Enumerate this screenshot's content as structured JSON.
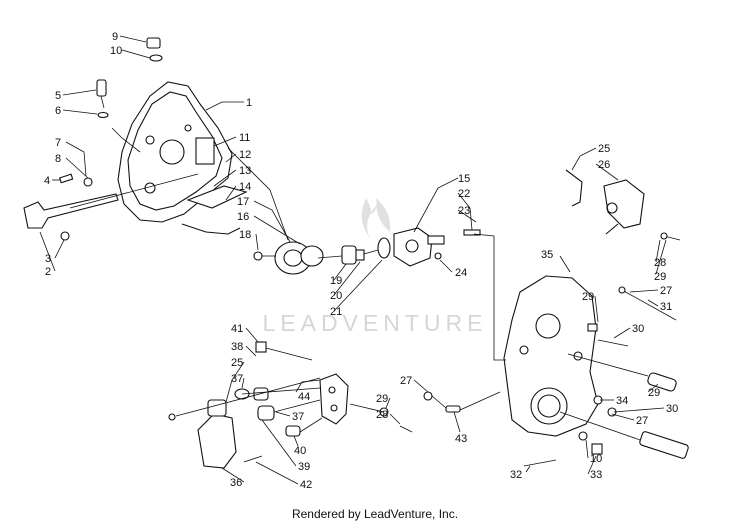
{
  "watermark": "LEADVENTURE",
  "footer": "Rendered by LeadVenture, Inc.",
  "parts": [
    {
      "id": "p9",
      "label": "9"
    },
    {
      "id": "p10a",
      "label": "10"
    },
    {
      "id": "p5",
      "label": "5"
    },
    {
      "id": "p6",
      "label": "6"
    },
    {
      "id": "p1",
      "label": "1"
    },
    {
      "id": "p7",
      "label": "7"
    },
    {
      "id": "p8",
      "label": "8"
    },
    {
      "id": "p11",
      "label": "11"
    },
    {
      "id": "p12",
      "label": "12"
    },
    {
      "id": "p13",
      "label": "13"
    },
    {
      "id": "p14",
      "label": "14"
    },
    {
      "id": "p4",
      "label": "4"
    },
    {
      "id": "p3",
      "label": "3"
    },
    {
      "id": "p2",
      "label": "2"
    },
    {
      "id": "p17",
      "label": "17"
    },
    {
      "id": "p16",
      "label": "16"
    },
    {
      "id": "p18",
      "label": "18"
    },
    {
      "id": "p19",
      "label": "19"
    },
    {
      "id": "p20",
      "label": "20"
    },
    {
      "id": "p21",
      "label": "21"
    },
    {
      "id": "p15",
      "label": "15"
    },
    {
      "id": "p22",
      "label": "22"
    },
    {
      "id": "p23",
      "label": "23"
    },
    {
      "id": "p24",
      "label": "24"
    },
    {
      "id": "p25a",
      "label": "25"
    },
    {
      "id": "p26",
      "label": "26"
    },
    {
      "id": "p28a",
      "label": "28"
    },
    {
      "id": "p29a",
      "label": "29"
    },
    {
      "id": "p35",
      "label": "35"
    },
    {
      "id": "p29b",
      "label": "29"
    },
    {
      "id": "p27a",
      "label": "27"
    },
    {
      "id": "p31",
      "label": "31"
    },
    {
      "id": "p30a",
      "label": "30"
    },
    {
      "id": "p41",
      "label": "41"
    },
    {
      "id": "p38",
      "label": "38"
    },
    {
      "id": "p25b",
      "label": "25"
    },
    {
      "id": "p37a",
      "label": "37"
    },
    {
      "id": "p44",
      "label": "44"
    },
    {
      "id": "p37b",
      "label": "37"
    },
    {
      "id": "p40",
      "label": "40"
    },
    {
      "id": "p39",
      "label": "39"
    },
    {
      "id": "p36",
      "label": "36"
    },
    {
      "id": "p42",
      "label": "42"
    },
    {
      "id": "p27b",
      "label": "27"
    },
    {
      "id": "p29c",
      "label": "29"
    },
    {
      "id": "p28b",
      "label": "28"
    },
    {
      "id": "p43",
      "label": "43"
    },
    {
      "id": "p34",
      "label": "34"
    },
    {
      "id": "p29d",
      "label": "29"
    },
    {
      "id": "p30b",
      "label": "30"
    },
    {
      "id": "p27c",
      "label": "27"
    },
    {
      "id": "p32",
      "label": "32"
    },
    {
      "id": "p10b",
      "label": "10"
    },
    {
      "id": "p33",
      "label": "33"
    }
  ]
}
